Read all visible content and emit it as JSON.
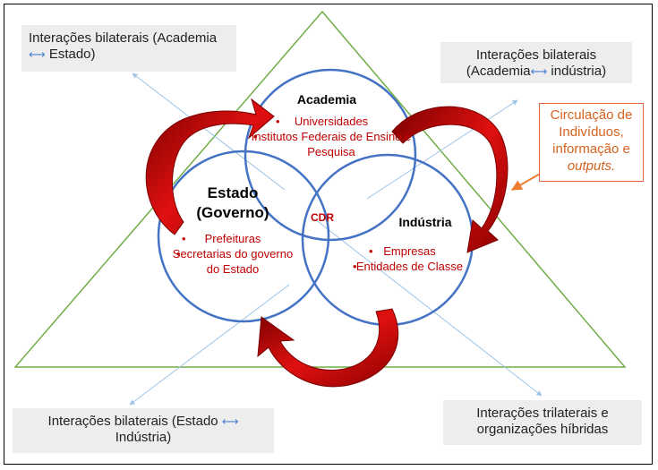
{
  "boxes": {
    "top_left": {
      "line1": "Interações bilaterais (Academia",
      "arrow": "⟷",
      "line2": "Estado)"
    },
    "top_right": {
      "line1": "Interações bilaterais",
      "line2a": "(Academia",
      "arrow": "⟷",
      "line2b": "indústria)"
    },
    "bottom_left": {
      "line1": "Interações bilaterais (Estado",
      "arrow": "⟷",
      "line2": "Indústria)"
    },
    "bottom_right": {
      "line1": "Interações trilaterais e",
      "line2": "organizações híbridas"
    },
    "flow": {
      "line1": "Circulação de",
      "line2": "Indivíduos,",
      "line3": "informação e",
      "line4": "outputs."
    }
  },
  "circles": {
    "academia": {
      "title": "Academia",
      "items": [
        "Universidades",
        "Institutos Federais de Ensino e Pesquisa"
      ]
    },
    "estado": {
      "title1": "Estado",
      "title2": "(Governo)",
      "items": [
        "Prefeituras",
        "Secretarias do governo do Estado"
      ]
    },
    "industria": {
      "title": "Indústria",
      "items": [
        "Empresas",
        "Entidades de Classe"
      ]
    },
    "center": "CDR"
  },
  "colors": {
    "triangle": "#70ad47",
    "circle": "#4472c4",
    "arrow": "#c00000",
    "thin_line": "#9dc3e6",
    "item_text": "#c00000",
    "flow_text": "#d4621f"
  }
}
